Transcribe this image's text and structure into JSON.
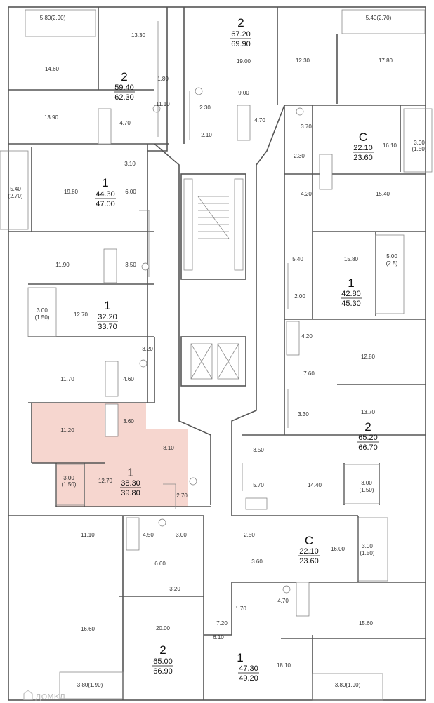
{
  "highlight_color": "#f6d6cf",
  "watermark_text": "ДОМКЛ",
  "apartments": [
    {
      "id": "a1",
      "rooms": "2",
      "area_living": "59.40",
      "area_total": "62.30"
    },
    {
      "id": "a2",
      "rooms": "2",
      "area_living": "67.20",
      "area_total": "69.90"
    },
    {
      "id": "a3",
      "rooms": "С",
      "area_living": "22.10",
      "area_total": "23.60"
    },
    {
      "id": "a4",
      "rooms": "1",
      "area_living": "44.30",
      "area_total": "47.00"
    },
    {
      "id": "a5",
      "rooms": "1",
      "area_living": "42.80",
      "area_total": "45.30"
    },
    {
      "id": "a6",
      "rooms": "1",
      "area_living": "32.20",
      "area_total": "33.70"
    },
    {
      "id": "a7",
      "rooms": "2",
      "area_living": "65.20",
      "area_total": "66.70"
    },
    {
      "id": "a8",
      "rooms": "1",
      "area_living": "38.30",
      "area_total": "39.80",
      "highlighted": true
    },
    {
      "id": "a9",
      "rooms": "С",
      "area_living": "22.10",
      "area_total": "23.60"
    },
    {
      "id": "a10",
      "rooms": "2",
      "area_living": "65.00",
      "area_total": "66.90"
    },
    {
      "id": "a11",
      "rooms": "1",
      "area_living": "47.30",
      "area_total": "49.20"
    }
  ],
  "room_labels": [
    "5.80(2.90)",
    "13.30",
    "14.60",
    "1.80",
    "11.10",
    "13.90",
    "4.70",
    "19.00",
    "12.30",
    "9.00",
    "2.30",
    "2.10",
    "4.70",
    "5.40(2.70)",
    "17.80",
    "3.70",
    "2.30",
    "16.10",
    "3.00",
    "(1.50)",
    "3.10",
    "19.80",
    "6.00",
    "5.40",
    "(2.70)",
    "4.20",
    "15.40",
    "11.90",
    "3.50",
    "5.40",
    "15.80",
    "5.00",
    "(2.5)",
    "2.00",
    "3.00",
    "(1.50)",
    "12.70",
    "3.20",
    "4.20",
    "12.80",
    "7.60",
    "11.70",
    "4.60",
    "3.30",
    "13.70",
    "11.20",
    "3.60",
    "8.10",
    "3.50",
    "3.00",
    "(1.50)",
    "12.70",
    "5.70",
    "14.40",
    "2.70",
    "3.00",
    "(1.50)",
    "11.10",
    "4.50",
    "3.00",
    "2.50",
    "16.00",
    "3.00",
    "(1.50)",
    "6.60",
    "3.60",
    "3.20",
    "4.70",
    "1.70",
    "7.20",
    "15.60",
    "16.60",
    "20.00",
    "6.10",
    "18.10",
    "3.80(1.90)",
    "3.80(1.90)"
  ]
}
